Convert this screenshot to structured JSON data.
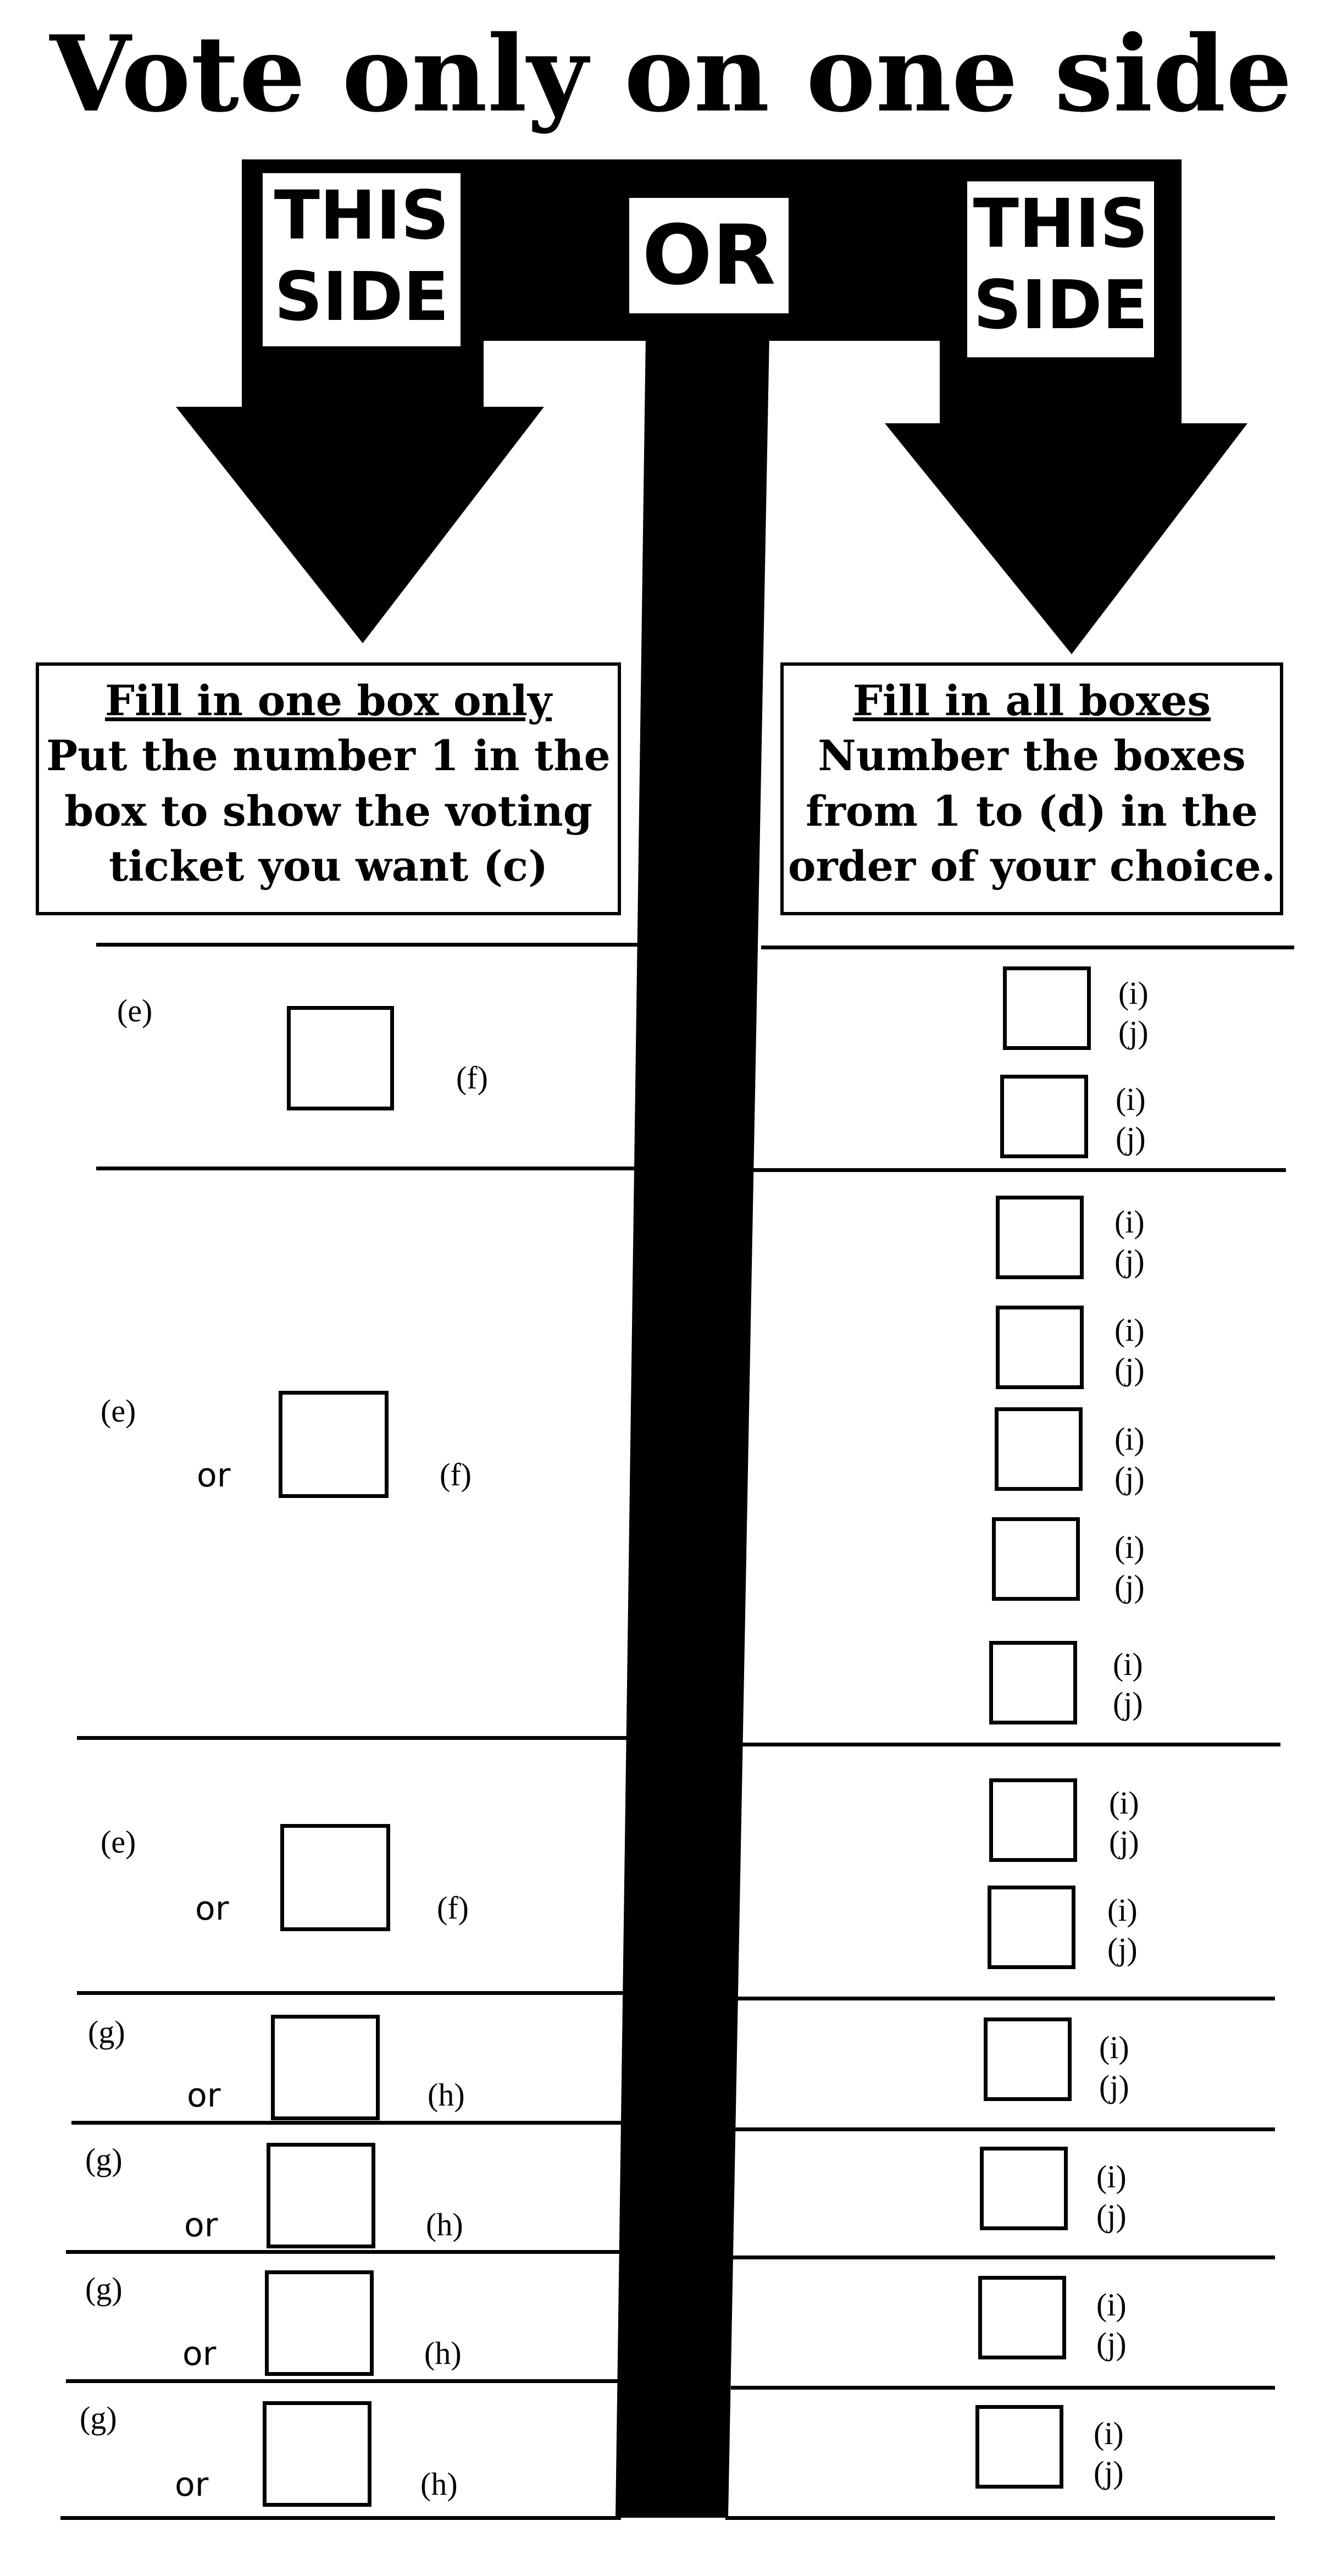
{
  "page_title": "Vote only on one side",
  "header": {
    "left_label": "THIS SIDE",
    "left_line1": "THIS",
    "left_line2": "SIDE",
    "middle_label": "OR",
    "right_line1": "THIS",
    "right_line2": "SIDE"
  },
  "left_instructions": {
    "heading": "Fill in one box only",
    "line1": "Put the number 1 in the",
    "line2": "box to show the voting",
    "line3": "ticket you want (c)"
  },
  "right_instructions": {
    "heading": "Fill in all boxes",
    "line1": "Number the boxes",
    "line2": "from 1 to (d) in the",
    "line3": "order of your choice."
  },
  "left_groups": [
    {
      "label": "(e)",
      "or": "",
      "suffix": "(f)"
    },
    {
      "label": "(e)",
      "or": "or",
      "suffix": "(f)"
    },
    {
      "label": "(e)",
      "or": "or",
      "suffix": "(f)"
    },
    {
      "label": "(g)",
      "or": "or",
      "suffix": "(h)"
    },
    {
      "label": "(g)",
      "or": "or",
      "suffix": "(h)"
    },
    {
      "label": "(g)",
      "or": "or",
      "suffix": "(h)"
    },
    {
      "label": "(g)",
      "or": "or",
      "suffix": "(h)"
    }
  ],
  "candidate_labels": {
    "line1": "(i)",
    "line2": "(j)"
  },
  "right_groups_box_counts": [
    2,
    5,
    2,
    1,
    1,
    1,
    1
  ]
}
